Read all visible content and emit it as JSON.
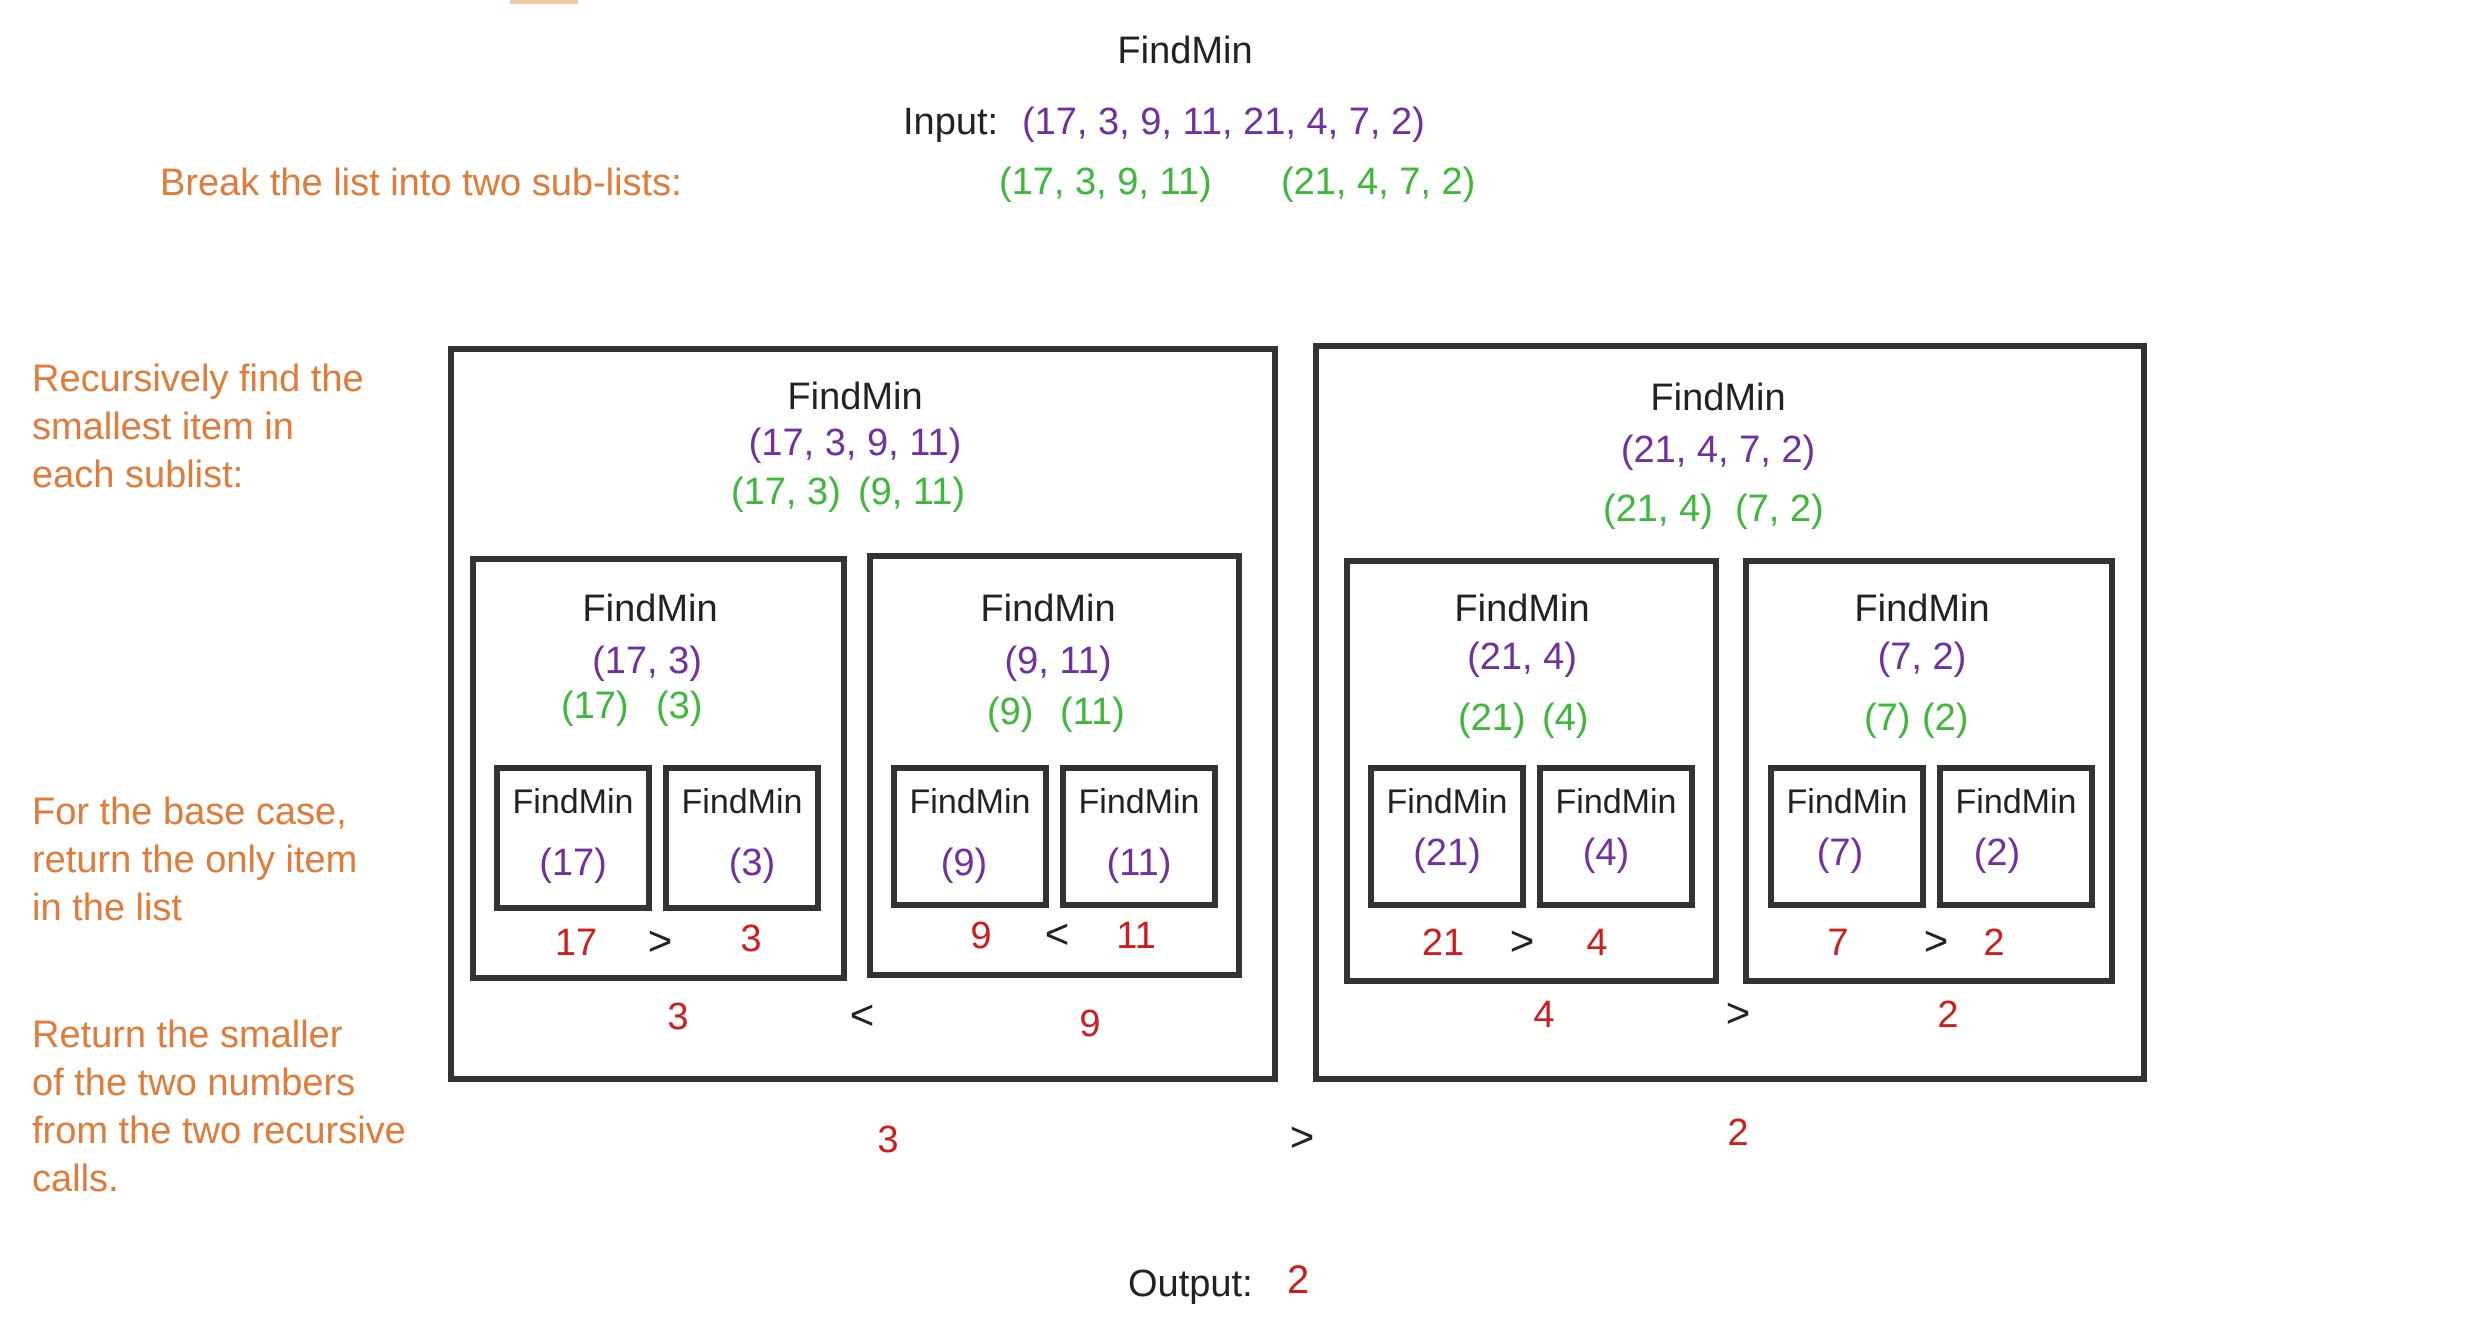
{
  "title": "FindMin",
  "input": {
    "label": "Input:",
    "list": "(17, 3, 9, 11, 21, 4, 7, 2)"
  },
  "split": {
    "left": "(17, 3, 9, 11)",
    "right": "(21, 4, 7, 2)"
  },
  "annotations": {
    "break": "Break the list into two sub-lists:",
    "recursive": [
      "Recursively find the",
      "smallest item in",
      "each sublist:"
    ],
    "base": [
      "For the base case,",
      "return the only item",
      "in the list"
    ],
    "return": [
      "Return the smaller",
      "of the two numbers",
      "from the two recursive",
      "calls."
    ]
  },
  "left_box": {
    "title": "FindMin",
    "list": "(17, 3, 9, 11)",
    "split_a": "(17, 3)",
    "split_b": "(9, 11)",
    "children": [
      {
        "title": "FindMin",
        "list": "(17, 3)",
        "split_a": "(17)",
        "split_b": "(3)",
        "leaves": [
          {
            "title": "FindMin",
            "list": "(17)"
          },
          {
            "title": "FindMin",
            "list": "(3)"
          }
        ],
        "result_a": "17",
        "op": ">",
        "result_b": "3"
      },
      {
        "title": "FindMin",
        "list": "(9, 11)",
        "split_a": "(9)",
        "split_b": "(11)",
        "leaves": [
          {
            "title": "FindMin",
            "list": "(9)"
          },
          {
            "title": "FindMin",
            "list": "(11)"
          }
        ],
        "result_a": "9",
        "op": "<",
        "result_b": "11"
      }
    ],
    "result_a": "3",
    "op": "<",
    "result_b": "9"
  },
  "right_box": {
    "title": "FindMin",
    "list": "(21, 4, 7, 2)",
    "split_a": "(21, 4)",
    "split_b": "(7, 2)",
    "children": [
      {
        "title": "FindMin",
        "list": "(21, 4)",
        "split_a": "(21)",
        "split_b": "(4)",
        "leaves": [
          {
            "title": "FindMin",
            "list": "(21)"
          },
          {
            "title": "FindMin",
            "list": "(4)"
          }
        ],
        "result_a": "21",
        "op": ">",
        "result_b": "4"
      },
      {
        "title": "FindMin",
        "list": "(7, 2)",
        "split_a": "(7)",
        "split_b": "(2)",
        "leaves": [
          {
            "title": "FindMin",
            "list": "(7)"
          },
          {
            "title": "FindMin",
            "list": "(2)"
          }
        ],
        "result_a": "7",
        "op": ">",
        "result_b": "2"
      }
    ],
    "result_a": "4",
    "op": ">",
    "result_b": "2"
  },
  "final": {
    "left": "3",
    "op": ">",
    "right": "2"
  },
  "output": {
    "label": "Output:",
    "value": "2"
  }
}
